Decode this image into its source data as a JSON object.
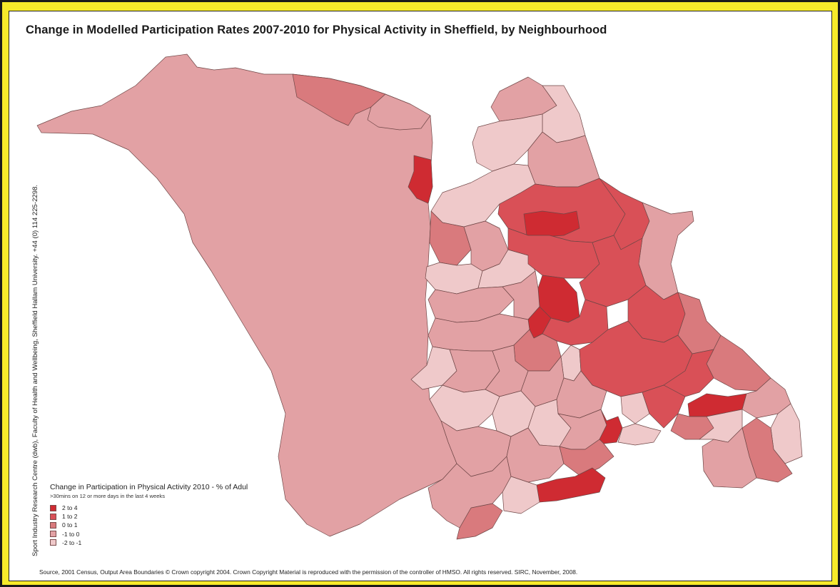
{
  "title": "Change in Modelled Participation Rates 2007-2010 for Physical Activity in Sheffield, by Neighbourhood",
  "side_credit": "Sport Industry Research Centre (dwb), Faculty of Health and Wellbeing, Sheffield Hallam University. +44 (0) 114 225-2298.",
  "source": "Source, 2001 Census, Output Area Boundaries © Crown copyright 2004. Crown Copyright Material is reproduced with the permission of the controller of HMSO. All rights reserved. SIRC, November, 2008.",
  "legend": {
    "title": "Change in Participation in Physical Activity 2010 - % of Adul",
    "subtitle": ">30mins on 12 or more days in the last 4 weeks",
    "classes": [
      {
        "label": "2 to  4",
        "color": "#cf2b32"
      },
      {
        "label": "1 to  2",
        "color": "#d95057"
      },
      {
        "label": "0 to  1",
        "color": "#d97a7d"
      },
      {
        "label": "-1 to  0",
        "color": "#e2a1a4"
      },
      {
        "label": "-2 to -1",
        "color": "#efc9ca"
      }
    ]
  },
  "colors": {
    "frame": "#f6ea2a",
    "border": "#1a1a1a",
    "boundary": "#6e4646"
  }
}
